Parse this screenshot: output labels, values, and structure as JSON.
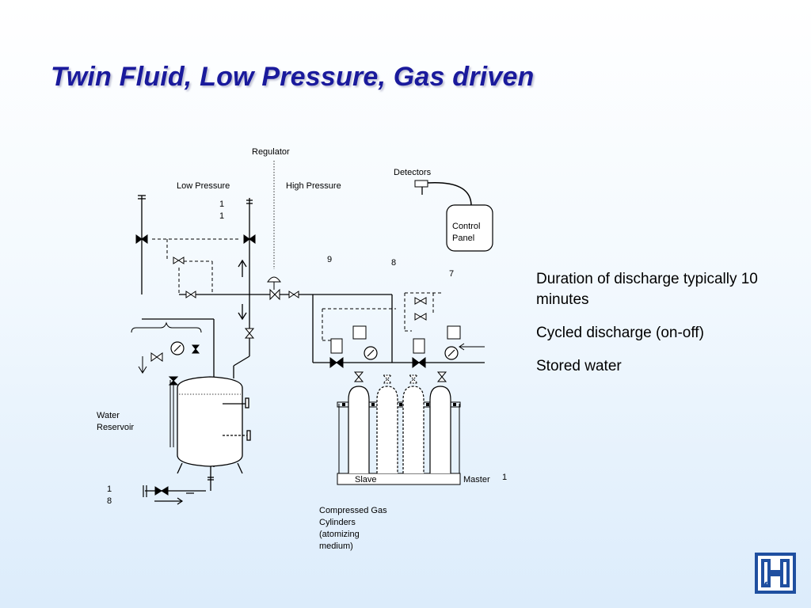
{
  "slide": {
    "title": "Twin Fluid, Low Pressure, Gas driven",
    "bullets": [
      "Duration of discharge typically 10 minutes",
      "Cycled discharge (on-off)",
      "Stored water"
    ]
  },
  "diagram": {
    "regulator": "Regulator",
    "detectors": "Detectors",
    "low_pressure": "Low Pressure",
    "high_pressure": "High Pressure",
    "control_panel_line1": "Control",
    "control_panel_line2": "Panel",
    "num_11a": "1",
    "num_11b": "1",
    "num_9": "9",
    "num_8": "8",
    "num_7": "7",
    "num_1": "1",
    "num_18a": "1",
    "num_18b": "8",
    "water_reservoir_line1": "Water",
    "water_reservoir_line2": "Reservoir",
    "slave": "Slave",
    "master": "Master",
    "cyl_line1": "Compressed Gas",
    "cyl_line2": "Cylinders",
    "cyl_line3": "(atomizing",
    "cyl_line4": "medium)"
  },
  "colors": {
    "title": "#1a1a9c",
    "logo": "#1f4fa0"
  }
}
